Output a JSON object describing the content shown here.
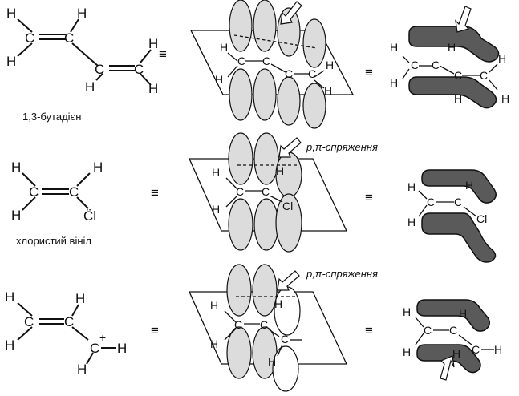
{
  "atoms": {
    "C": "C",
    "H": "H",
    "Cl": "Cl",
    "Cl_lone": "C̈l",
    "plus": "+"
  },
  "equiv": "≡",
  "captions": {
    "butadiene": "1,3-бутадієн",
    "vinyl_chloride": "хлористий вініл",
    "conj1": "p,π-спряження",
    "conj2": "p,π-спряження"
  },
  "colors": {
    "lobe": "#dcdcdc",
    "tube": "#5a5a5a",
    "ink": "#111111"
  }
}
